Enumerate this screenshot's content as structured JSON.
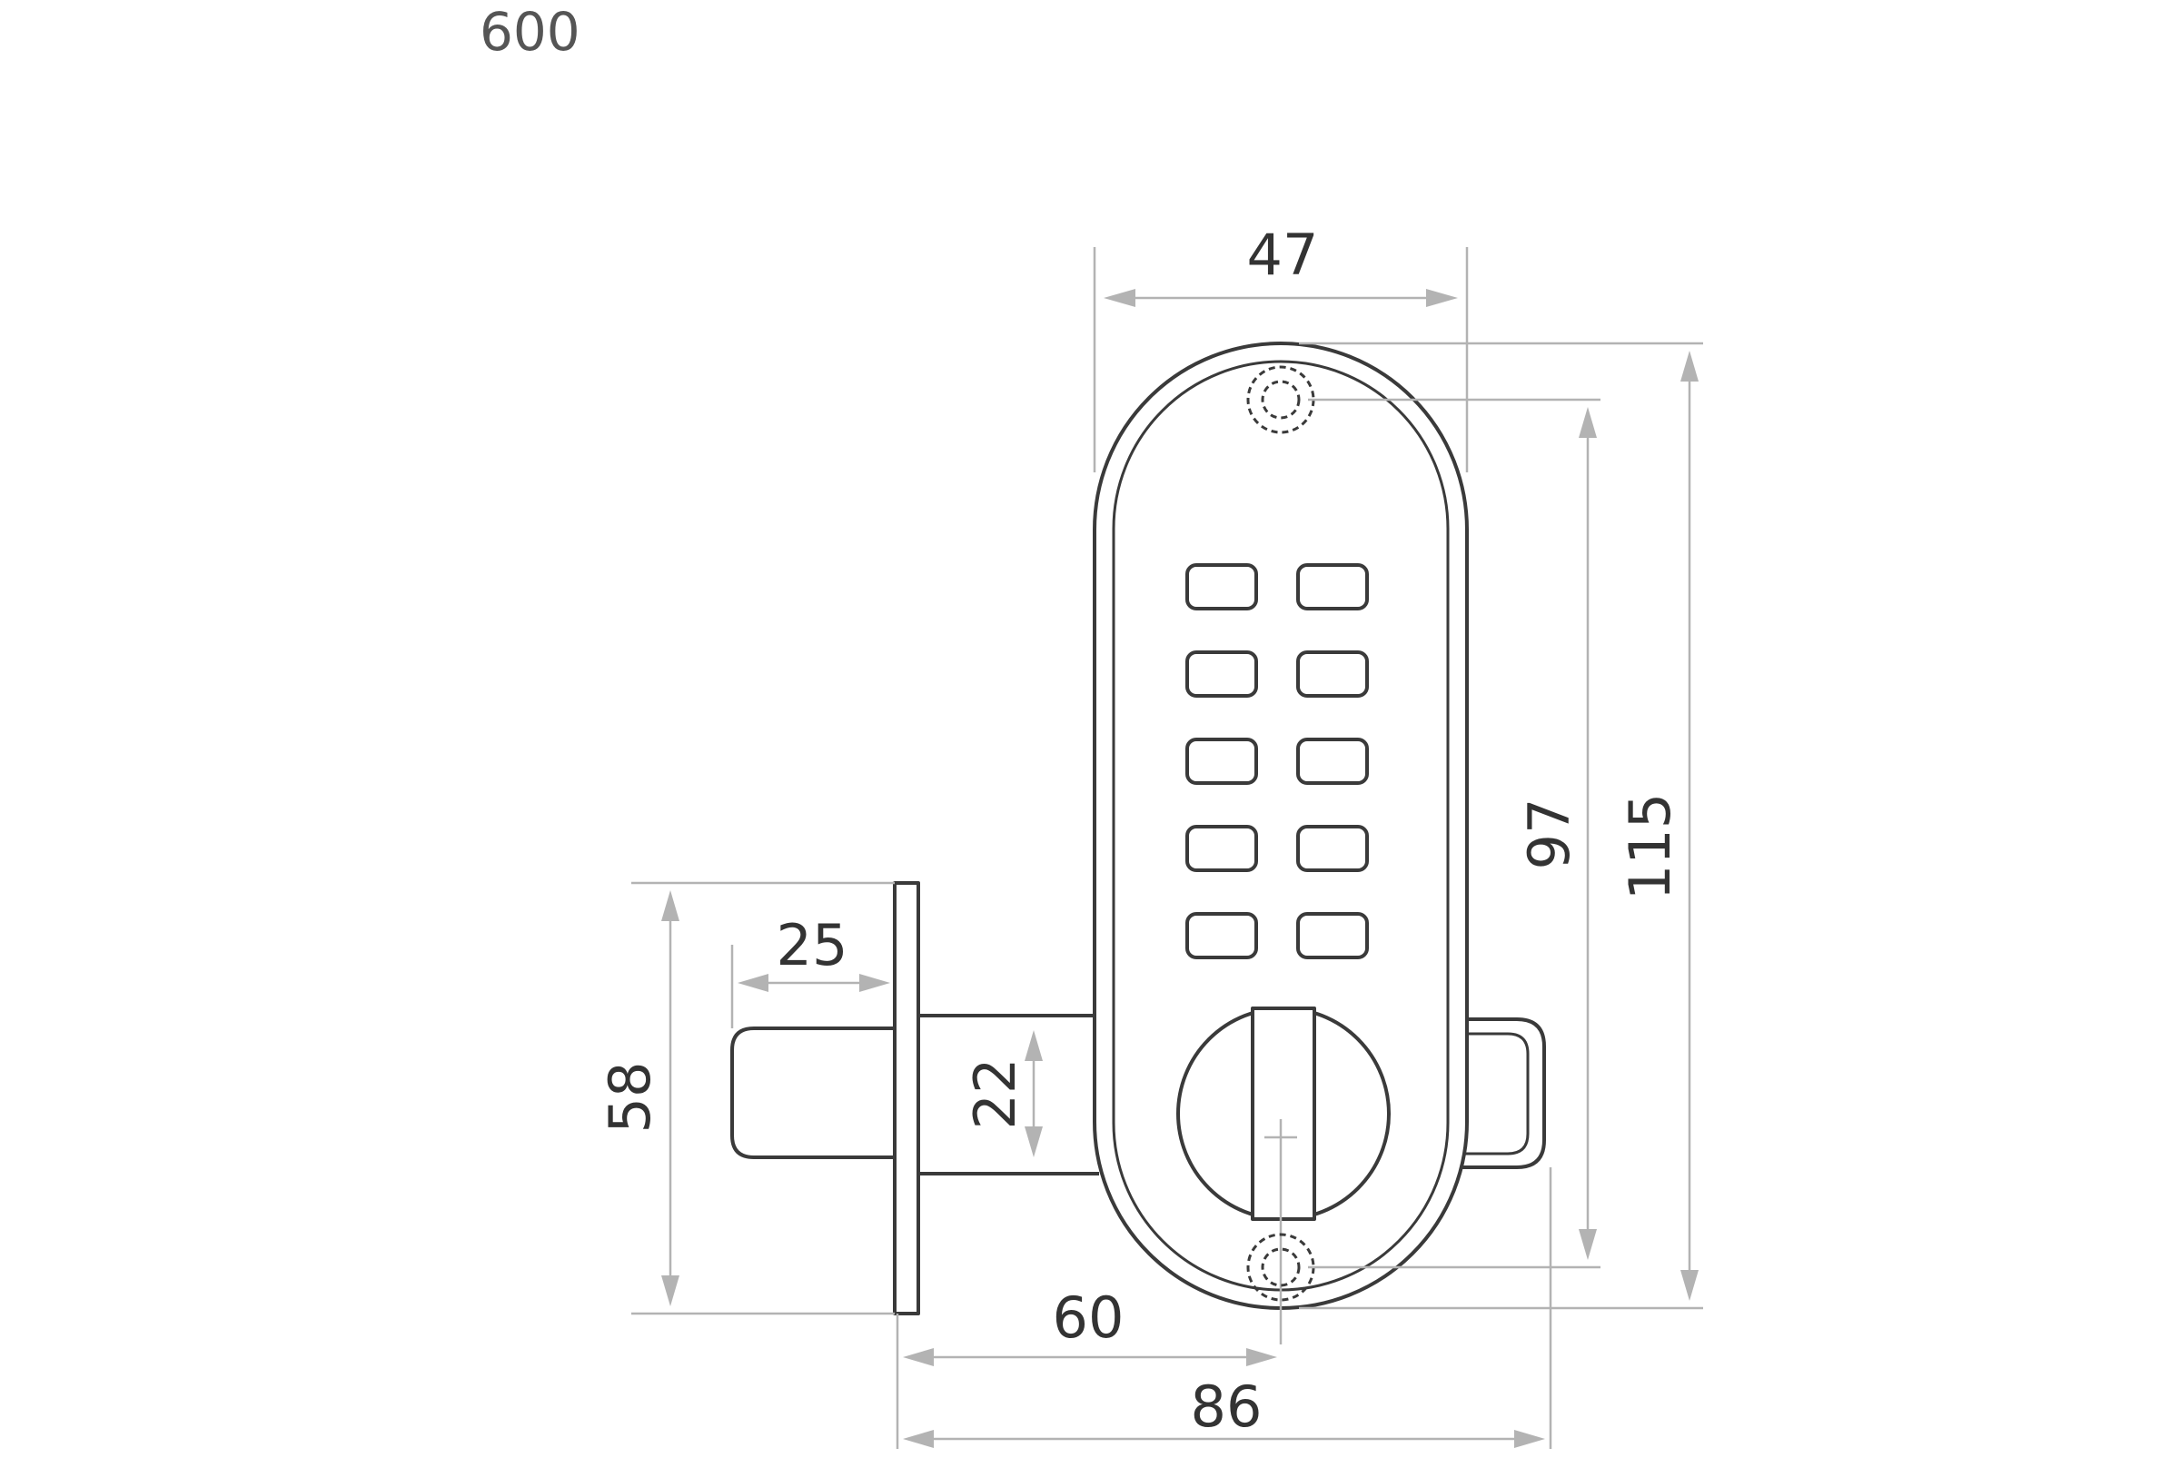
{
  "corner_label": "600",
  "dimensions": {
    "faceplate_width": "47",
    "body_height_total": "115",
    "screw_spacing": "97",
    "rose_height": "58",
    "latch_length": "25",
    "spindle_height": "22",
    "backset": "60",
    "overall_depth": "86"
  },
  "keypad": {
    "rows": 5,
    "columns": 2
  },
  "colors": {
    "outline": "#3a3a3a",
    "dimension_line": "#b3b3b3",
    "text": "#333333"
  }
}
